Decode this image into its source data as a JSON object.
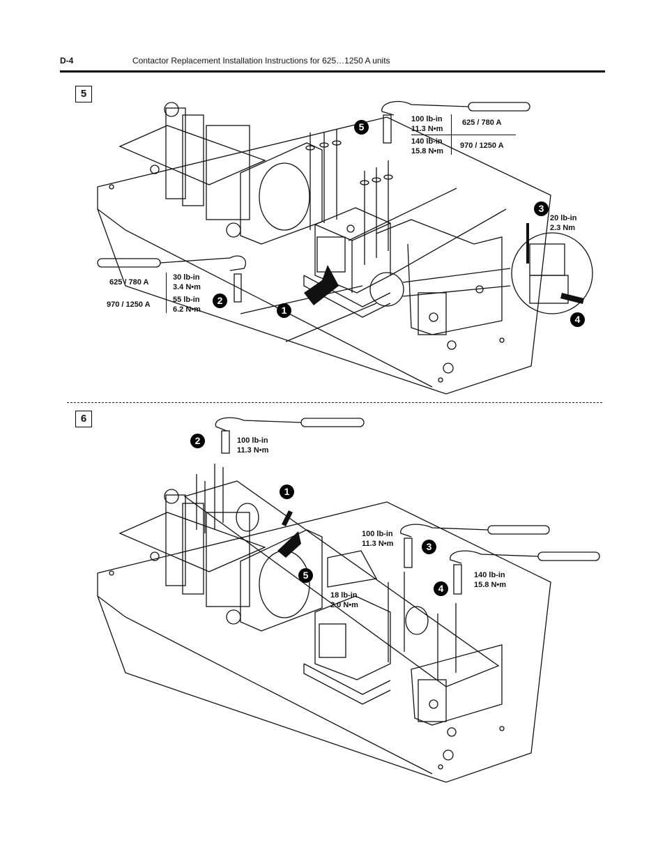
{
  "header": {
    "page_number": "D-4",
    "title": "Contactor Replacement Installation Instructions for 625…1250 A units"
  },
  "step5": {
    "step_label": "5",
    "torque_top": {
      "row1_torque": "100 lb-in",
      "row1_metric": "11.3 N•m",
      "row1_rating": "625 / 780 A",
      "row2_torque": "140 lb-in",
      "row2_metric": "15.8 N•m",
      "row2_rating": "970 / 1250 A"
    },
    "torque_left": {
      "row1_rating": "625 / 780 A",
      "row1_torque": "30 lb-in",
      "row1_metric": "3.4 N•m",
      "row2_rating": "970 / 1250 A",
      "row2_torque": "55 lb-in",
      "row2_metric": "6.2 N•m"
    },
    "torque_detail": {
      "torque": "20 lb-in",
      "metric": "2.3 Nm"
    },
    "bullets": [
      "1",
      "2",
      "3",
      "4",
      "5"
    ]
  },
  "step6": {
    "step_label": "6",
    "torque_2": {
      "torque": "100 lb-in",
      "metric": "11.3 N•m"
    },
    "torque_3": {
      "torque": "100 lb-in",
      "metric": "11.3 N•m"
    },
    "torque_4": {
      "torque": "140 lb-in",
      "metric": "15.8 N•m"
    },
    "torque_5": {
      "torque": "18 lb-in",
      "metric": "2.0 N•m"
    },
    "bullets": [
      "1",
      "2",
      "3",
      "4",
      "5"
    ]
  }
}
